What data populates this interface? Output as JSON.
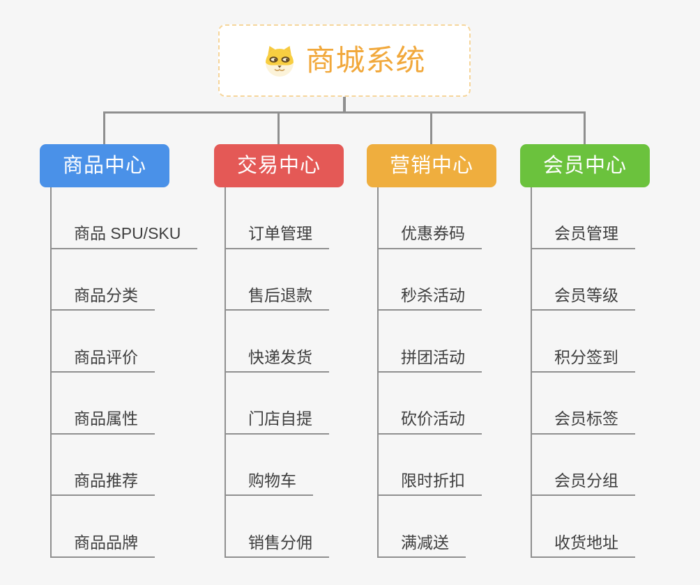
{
  "root": {
    "title": "商城系统",
    "icon": "doge-icon"
  },
  "branches": [
    {
      "label": "商品中心",
      "color": "#4A91E8",
      "children": [
        "商品 SPU/SKU",
        "商品分类",
        "商品评价",
        "商品属性",
        "商品推荐",
        "商品品牌"
      ]
    },
    {
      "label": "交易中心",
      "color": "#E45956",
      "children": [
        "订单管理",
        "售后退款",
        "快递发货",
        "门店自提",
        "购物车",
        "销售分佣"
      ]
    },
    {
      "label": "营销中心",
      "color": "#EFAE3E",
      "children": [
        "优惠券码",
        "秒杀活动",
        "拼团活动",
        "砍价活动",
        "限时折扣",
        "满减送"
      ]
    },
    {
      "label": "会员中心",
      "color": "#6BC23D",
      "children": [
        "会员管理",
        "会员等级",
        "积分签到",
        "会员标签",
        "会员分组",
        "收货地址"
      ]
    }
  ],
  "colors": {
    "background": "#F6F6F6",
    "connector": "#8F8F8F",
    "root_text": "#F1A83B",
    "root_border": "#F6D59A",
    "child_text": "#3E3E3E",
    "doge_yellow": "#F8CE41",
    "doge_cream": "#FCF3D9",
    "doge_brown": "#5F4620"
  }
}
